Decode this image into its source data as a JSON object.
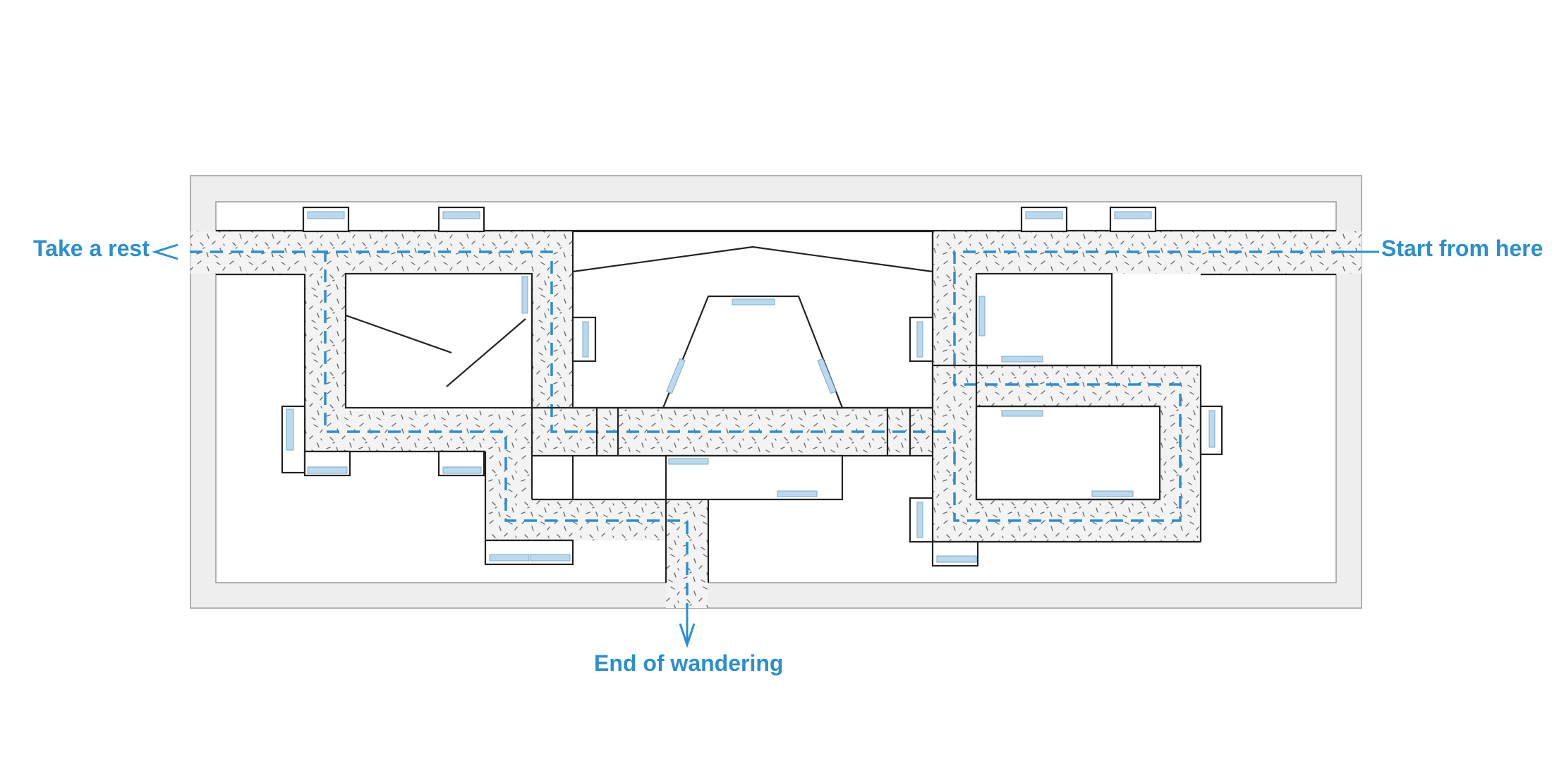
{
  "colors": {
    "route": "#2b8fcf",
    "wall": "#222222",
    "frame": "#eeeeee",
    "frame_stroke": "#999999",
    "corridor": "#f1f1f1",
    "window": "#b8d9ef"
  },
  "labels": {
    "start": "Start from here",
    "rest": "Take a rest",
    "end": "End of wandering"
  },
  "icons": [
    "arrow-left-icon",
    "arrow-down-icon"
  ]
}
